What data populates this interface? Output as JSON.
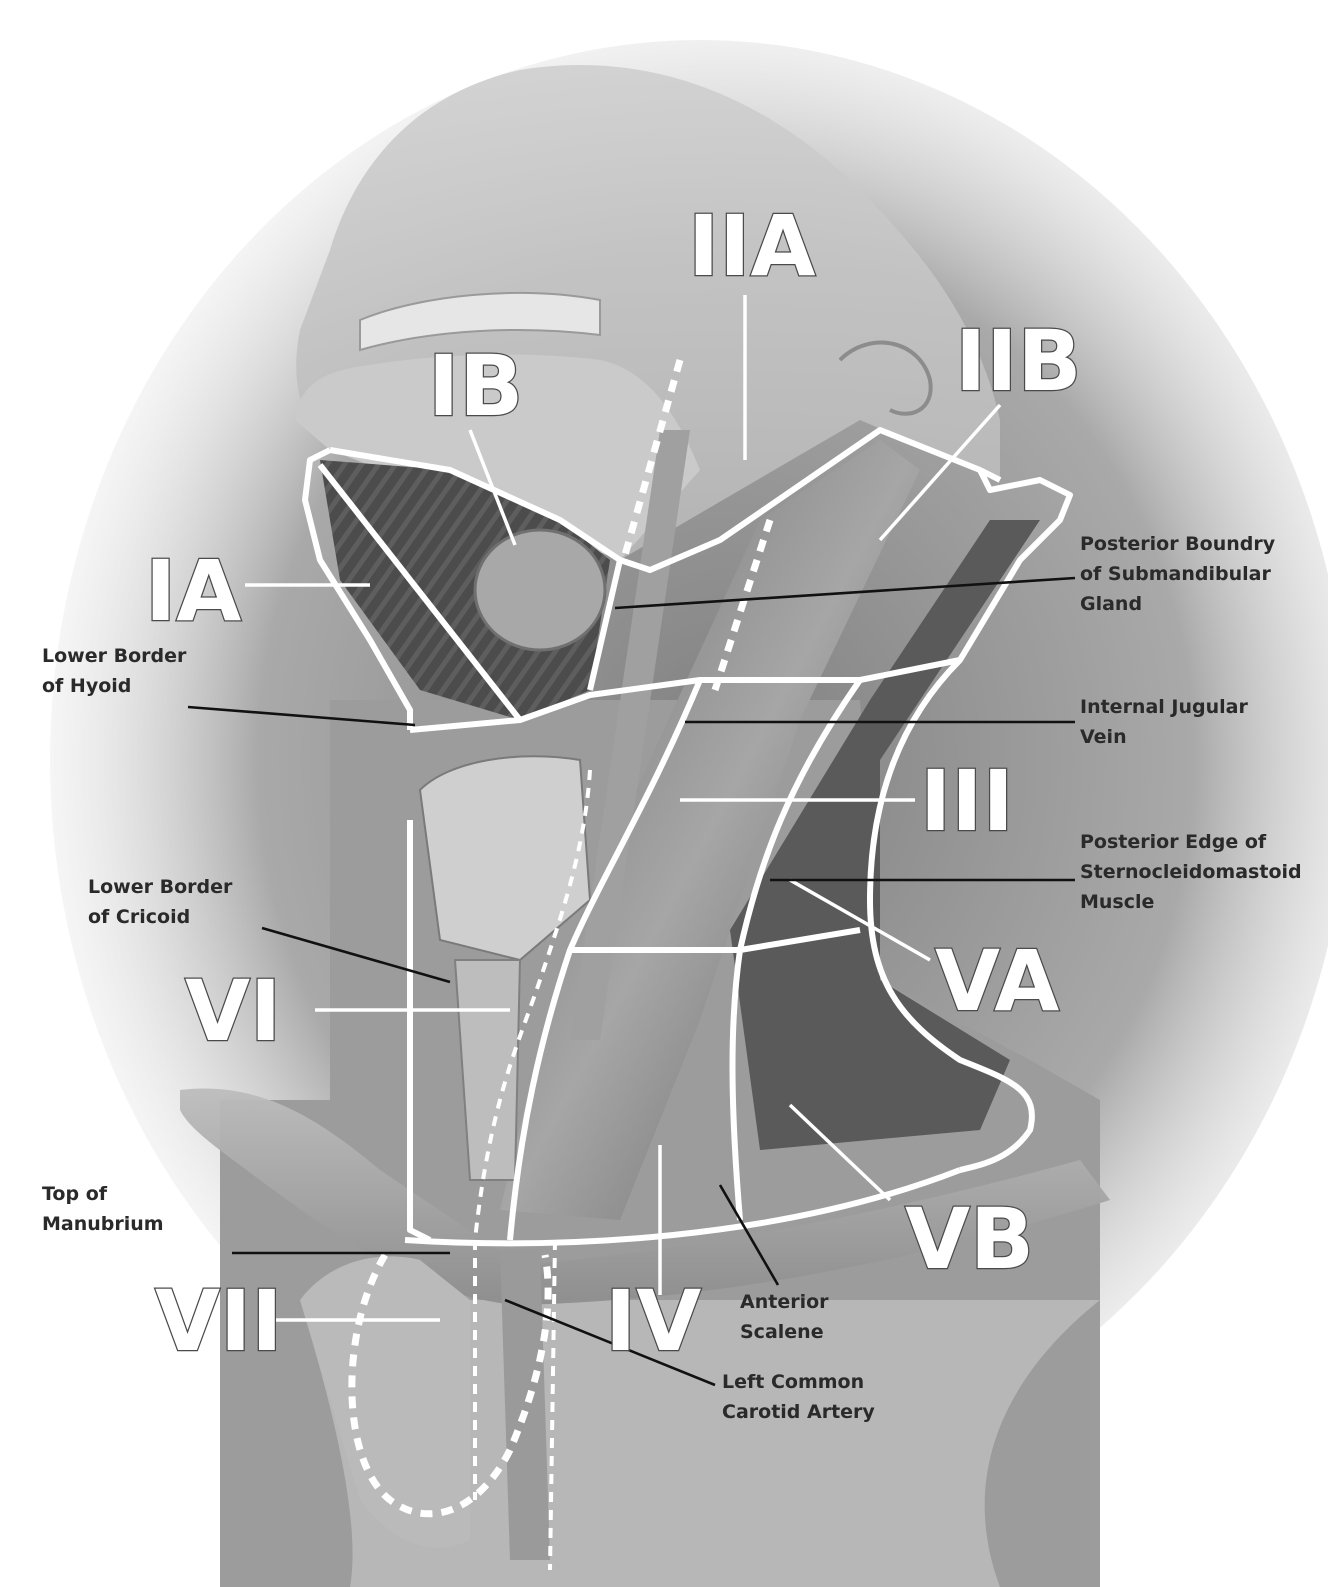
{
  "levels": {
    "ia": "IA",
    "ib": "IB",
    "iia": "IIA",
    "iib": "IIB",
    "iii": "III",
    "iv": "IV",
    "va": "VA",
    "vb": "VB",
    "vi": "VI",
    "vii": "VII"
  },
  "annotations": {
    "posterior_boundary_submandibular": [
      "Posterior Boundry",
      "of Submandibular",
      "Gland"
    ],
    "lower_border_hyoid": [
      "Lower Border",
      "of Hyoid"
    ],
    "internal_jugular_vein": [
      "Internal Jugular",
      "Vein"
    ],
    "posterior_edge_scm": [
      "Posterior Edge of",
      "Sternocleidomastoid",
      "Muscle"
    ],
    "lower_border_cricoid": [
      "Lower Border",
      "of Cricoid"
    ],
    "top_of_manubrium": [
      "Top of",
      "Manubrium"
    ],
    "anterior_scalene": [
      "Anterior",
      "Scalene"
    ],
    "left_common_carotid": [
      "Left Common",
      "Carotid Artery"
    ]
  },
  "colors": {
    "background": "#ffffff",
    "zone_outline": "#ffffff",
    "leader_black": "#111111",
    "anatomy_dark": "#3a3a3a",
    "anatomy_mid": "#8a8a8a",
    "anatomy_light": "#d4d4d4"
  }
}
